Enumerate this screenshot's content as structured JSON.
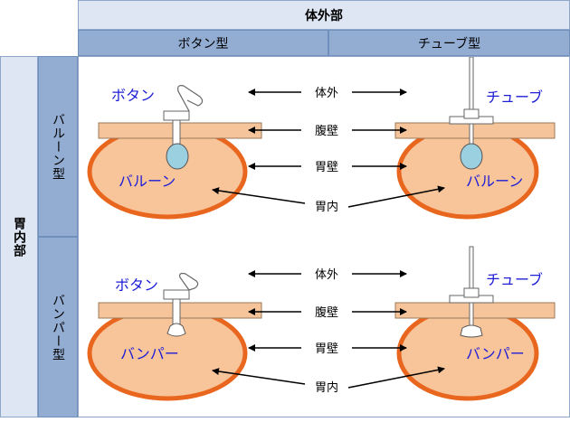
{
  "header": {
    "top": "体外部",
    "columns": [
      "ボタン型",
      "チューブ型"
    ]
  },
  "side": {
    "outer": "胃内部",
    "rows": [
      "バルーン型",
      "バンパー型"
    ]
  },
  "labels": {
    "outside": "体外",
    "abdominal_wall": "腹壁",
    "stomach_wall": "胃壁",
    "inside_stomach": "胃内"
  },
  "device_labels": {
    "button": "ボタン",
    "tube": "チューブ",
    "balloon": "バルーン",
    "bumper": "バンパー"
  },
  "colors": {
    "stomach_fill": "#f8c49a",
    "stomach_outline": "#e8661e",
    "wall": "#f6c49a",
    "balloon": "#9bd0e0",
    "label_blue": "#1d1dd6",
    "header_light": "#dde6f2",
    "header_dark": "#92acd2"
  }
}
